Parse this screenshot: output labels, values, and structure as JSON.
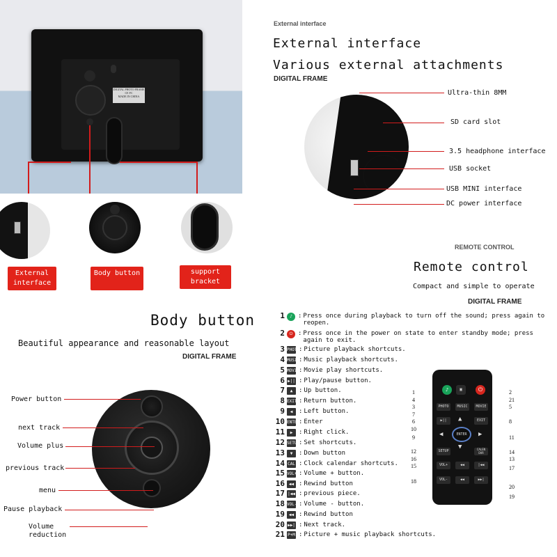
{
  "top_left": {
    "labels": {
      "external": "External interface",
      "body": "Body button",
      "bracket": "support bracket"
    },
    "frame_label": [
      "DIGITAL PHOTO FRAME",
      "CE FC",
      "MADE IN CHINA"
    ]
  },
  "external_section": {
    "small_title": "External interface",
    "title": "External interface",
    "subtitle": "Various external attachments",
    "brand": "DIGITAL FRAME",
    "callouts": [
      "Ultra-thin 8MM",
      "SD card slot",
      "3.5 headphone interface",
      "USB socket",
      "USB MINI interface",
      "DC power interface"
    ]
  },
  "remote_section": {
    "small_title": "REMOTE CONTROL",
    "title": "Remote control",
    "subtitle": "Compact and simple to operate",
    "brand": "DIGITAL FRAME",
    "items": [
      {
        "num": "1",
        "icon": "mute-icon",
        "text": "Press once during playback to turn off the sound; press again to reopen."
      },
      {
        "num": "2",
        "icon": "power-icon",
        "text": "Press once in the power on state to enter standby mode; press again to exit."
      },
      {
        "num": "3",
        "icon": "PHOTO",
        "text": "Picture playback shortcuts."
      },
      {
        "num": "4",
        "icon": "MUSIC",
        "text": "Music playback shortcuts."
      },
      {
        "num": "5",
        "icon": "MOVIE",
        "text": "Movie play shortcuts."
      },
      {
        "num": "6",
        "icon": "▶||",
        "text": "Play/pause button."
      },
      {
        "num": "7",
        "icon": "▲",
        "text": "Up button."
      },
      {
        "num": "8",
        "icon": "EXIT",
        "text": "Return button."
      },
      {
        "num": "9",
        "icon": "◀",
        "text": "Left button."
      },
      {
        "num": "10",
        "icon": "ENTER",
        "text": "Enter"
      },
      {
        "num": "11",
        "icon": "▶",
        "text": "Right click."
      },
      {
        "num": "12",
        "icon": "SETUP",
        "text": "Set shortcuts."
      },
      {
        "num": "13",
        "icon": "▼",
        "text": "Down button"
      },
      {
        "num": "14",
        "icon": "CAL",
        "text": "Clock calendar shortcuts."
      },
      {
        "num": "15",
        "icon": "VOL+",
        "text": "Volume + button."
      },
      {
        "num": "16",
        "icon": "◀◀",
        "text": "Rewind button"
      },
      {
        "num": "17",
        "icon": "|◀◀",
        "text": "previous piece."
      },
      {
        "num": "18",
        "icon": "VOL-",
        "text": "Volume - button."
      },
      {
        "num": "19",
        "icon": "◀◀",
        "text": "Rewind button"
      },
      {
        "num": "20",
        "icon": "▶▶|",
        "text": "Next track."
      },
      {
        "num": "21",
        "icon": "P+M",
        "text": "Picture + music playback shortcuts."
      }
    ],
    "remote_keys": {
      "photo": "PHOTO",
      "music": "MUSIC",
      "movie": "MOVIE",
      "exit": "EXIT",
      "enter": "ENTER",
      "setup": "SETUP",
      "cal": "CALEN DAR",
      "volp": "VOL+",
      "volm": "VOL-"
    },
    "remote_numbers_left": [
      "1",
      "4",
      "3",
      "7",
      "6",
      "10",
      "9",
      "12",
      "16",
      "15",
      "18"
    ],
    "remote_numbers_right": [
      "2",
      "21",
      "5",
      "8",
      "11",
      "14",
      "13",
      "17",
      "20",
      "19"
    ]
  },
  "body_section": {
    "title": "Body button",
    "subtitle": "Beautiful appearance and reasonable layout",
    "brand": "DIGITAL FRAME",
    "labels": [
      "Power button",
      "next track",
      "Volume plus",
      "previous track",
      "menu",
      "Pause playback",
      "Volume reduction"
    ]
  },
  "colors": {
    "accent_red": "#e2231a",
    "dark": "#111111"
  }
}
